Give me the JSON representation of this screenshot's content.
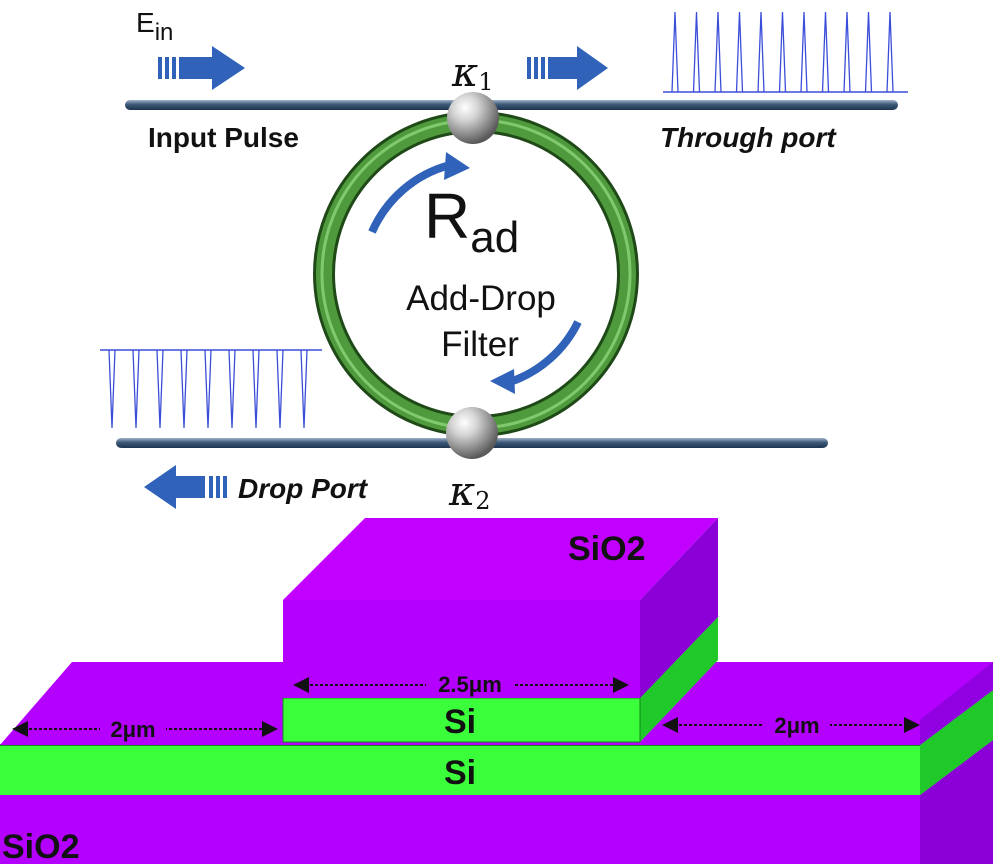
{
  "top": {
    "ein_main": "E",
    "ein_sub": "in",
    "kappa1_symbol": "κ",
    "kappa1_sub": "1",
    "kappa2_symbol": "κ",
    "kappa2_sub": "2",
    "input_pulse": "Input Pulse",
    "through_port": "Through port",
    "drop_port": "Drop Port",
    "ring_symbol_main": "R",
    "ring_symbol_sub": "ad",
    "ring_line1": "Add-Drop",
    "ring_line2": "Filter"
  },
  "cross_section": {
    "top_cladding": "SiO2",
    "core_upper": "Si",
    "core_lower": "Si",
    "substrate": "SiO2",
    "width_center": "2.5μm",
    "width_left": "2μm",
    "width_right": "2μm"
  },
  "colors": {
    "magenta": "#b400ff",
    "green": "#3cff3c",
    "ring_green": "#3f8a2e",
    "arrow_blue": "#2f62b8",
    "pulse_blue": "#3b4ed8"
  },
  "icons": {
    "arrows": "blue-block-arrow",
    "couplers": "silver-sphere"
  }
}
